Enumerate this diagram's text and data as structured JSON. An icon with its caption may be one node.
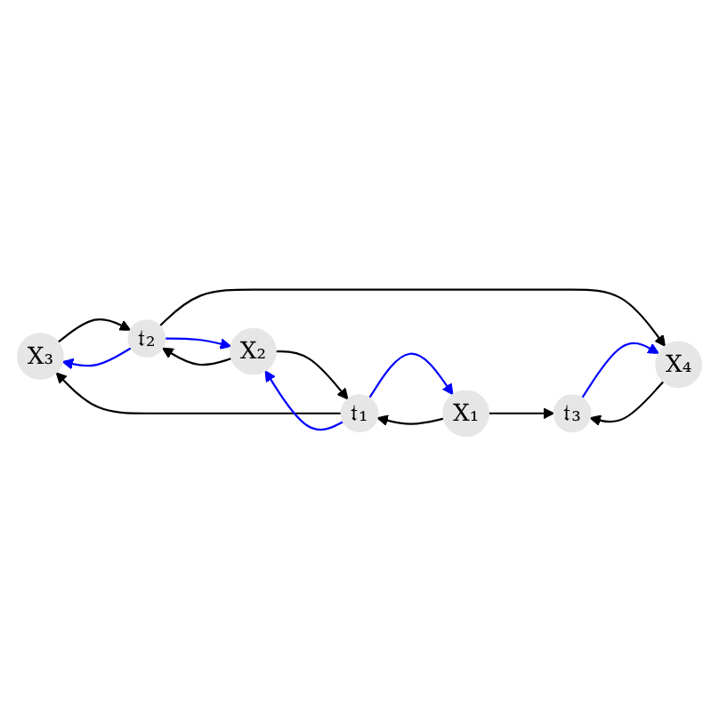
{
  "diagram": {
    "nodes": [
      {
        "text": [
          "X₃"
        ]
      },
      {
        "text": [
          "𝔱₁"
        ]
      },
      {
        "text": [
          "X₂"
        ]
      },
      {
        "text": [
          "𝔱₂"
        ]
      },
      {
        "text": [
          "X₄"
        ]
      },
      {
        "text": [
          "X₁"
        ]
      },
      {
        "text": [
          "𝔱₃"
        ]
      }
    ],
    "edges": [
      {
        "from": 1,
        "to": 0,
        "arrow": "to"
      },
      {
        "from": 0,
        "to": 3,
        "arrow": "to"
      },
      {
        "from": 3,
        "to": 0,
        "arrow": "to",
        "color": "#0000ff"
      },
      {
        "from": 2,
        "to": 1,
        "arrow": "to"
      },
      {
        "from": 1,
        "to": 2,
        "arrow": "to",
        "color": "#0000ff"
      },
      {
        "from": 3,
        "to": 2,
        "arrow": "to",
        "color": "#0000ff"
      },
      {
        "from": 2,
        "to": 3,
        "arrow": "to"
      },
      {
        "from": 3,
        "to": 4,
        "arrow": "to"
      },
      {
        "from": 1,
        "to": 5,
        "arrow": "to",
        "color": "#0000ff"
      },
      {
        "from": 5,
        "to": 1,
        "arrow": "to"
      },
      {
        "from": 5,
        "to": 6,
        "arrow": "to"
      },
      {
        "from": 6,
        "to": 4,
        "arrow": "to",
        "color": "#0000ff"
      },
      {
        "from": 4,
        "to": 6,
        "arrow": "to"
      }
    ]
  }
}
